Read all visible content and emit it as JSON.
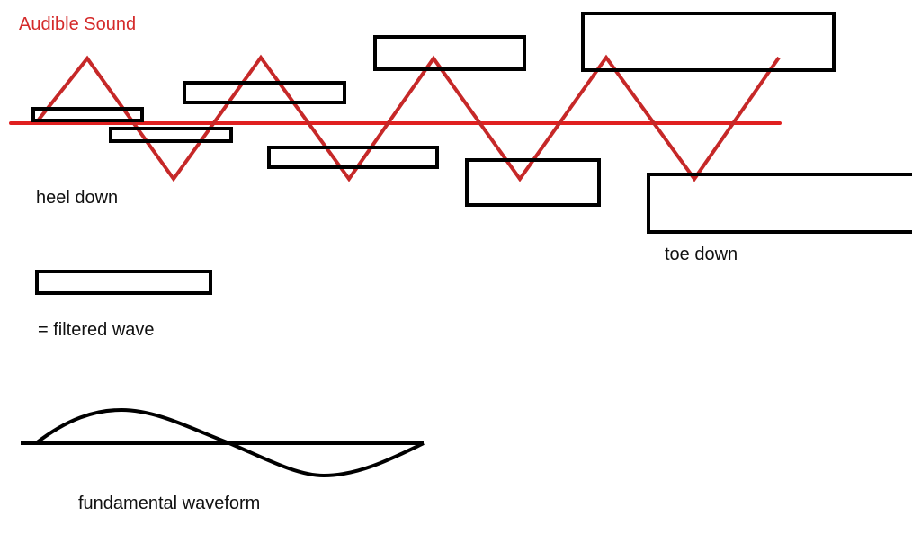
{
  "title": "Audible Sound",
  "labels": {
    "heel": "heel down",
    "toe": "toe down",
    "legend": "= filtered wave",
    "fundamental": "fundamental waveform"
  },
  "colors": {
    "wave": "#c62828",
    "baseline": "#e02020",
    "boxes": "#000000",
    "title": "#d42a2a"
  }
}
